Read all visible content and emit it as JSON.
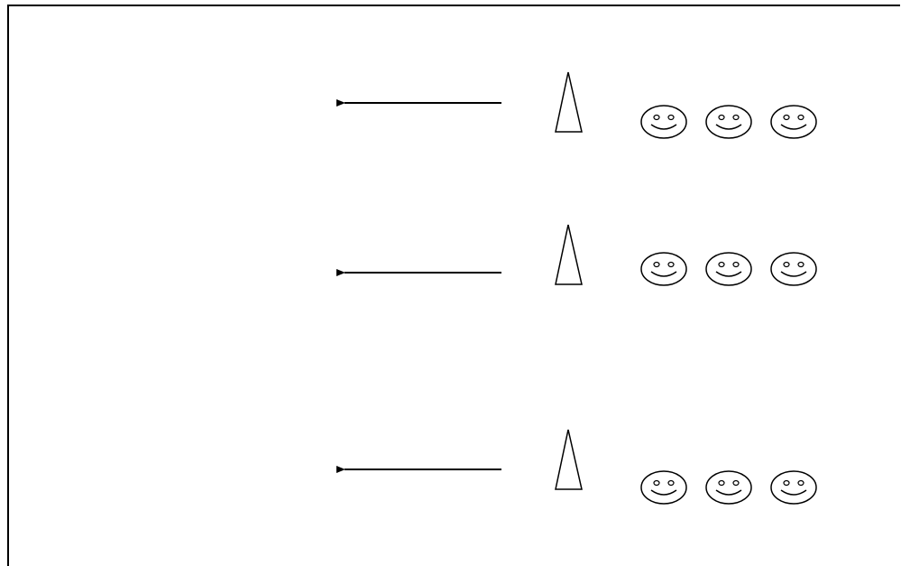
{
  "diagram": {
    "rows": [
      {
        "arrow": "left-arrow",
        "cone": "cone-icon",
        "faces": [
          "smiley-face-icon",
          "smiley-face-icon",
          "smiley-face-icon"
        ]
      },
      {
        "arrow": "left-arrow",
        "cone": "cone-icon",
        "faces": [
          "smiley-face-icon",
          "smiley-face-icon",
          "smiley-face-icon"
        ]
      },
      {
        "arrow": "left-arrow",
        "cone": "cone-icon",
        "faces": [
          "smiley-face-icon",
          "smiley-face-icon",
          "smiley-face-icon"
        ]
      }
    ],
    "colors": {
      "stroke": "#000000",
      "background": "#ffffff"
    }
  }
}
